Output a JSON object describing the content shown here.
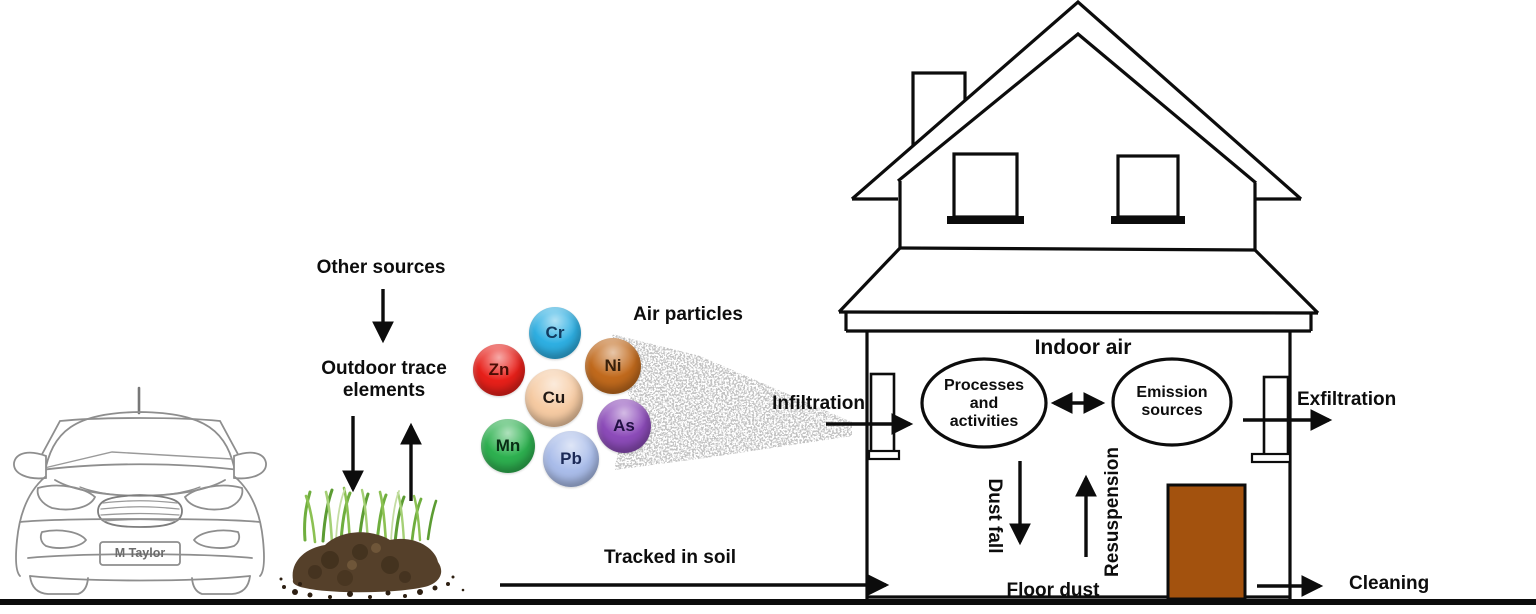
{
  "outdoor": {
    "other_sources": "Other sources",
    "outdoor_trace_elements": "Outdoor trace elements",
    "air_particles": "Air particles",
    "tracked_in_soil": "Tracked in soil",
    "car_plate": "M Taylor"
  },
  "house": {
    "indoor_air": "Indoor air",
    "infiltration": "Infiltration",
    "exfiltration": "Exfiltration",
    "dust_fall": "Dust fall",
    "resuspension": "Resuspension",
    "floor_dust": "Floor dust",
    "cleaning": "Cleaning",
    "processes_ellipse": [
      "Processes",
      "and",
      "activities"
    ],
    "emission_ellipse": [
      "Emission",
      "sources"
    ]
  },
  "trace_elements": [
    {
      "symbol": "Cr",
      "color": "#2fb0e3",
      "text_color": "#123a5e"
    },
    {
      "symbol": "Zn",
      "color": "#e8201a",
      "text_color": "#4a0d05"
    },
    {
      "symbol": "Ni",
      "color": "#c16a1d",
      "text_color": "#38200a"
    },
    {
      "symbol": "Cu",
      "color": "#f6cba3",
      "text_color": "#211915"
    },
    {
      "symbol": "As",
      "color": "#8d4cba",
      "text_color": "#221144"
    },
    {
      "symbol": "Mn",
      "color": "#2eb150",
      "text_color": "#082d14"
    },
    {
      "symbol": "Pb",
      "color": "#aabdea",
      "text_color": "#1c2a57"
    }
  ],
  "colors": {
    "door": "#a3520e",
    "outline": "#0c0c0c",
    "car_outline": "#8e8e8e",
    "soil": "#55402a",
    "grass": "#6fae3e"
  }
}
